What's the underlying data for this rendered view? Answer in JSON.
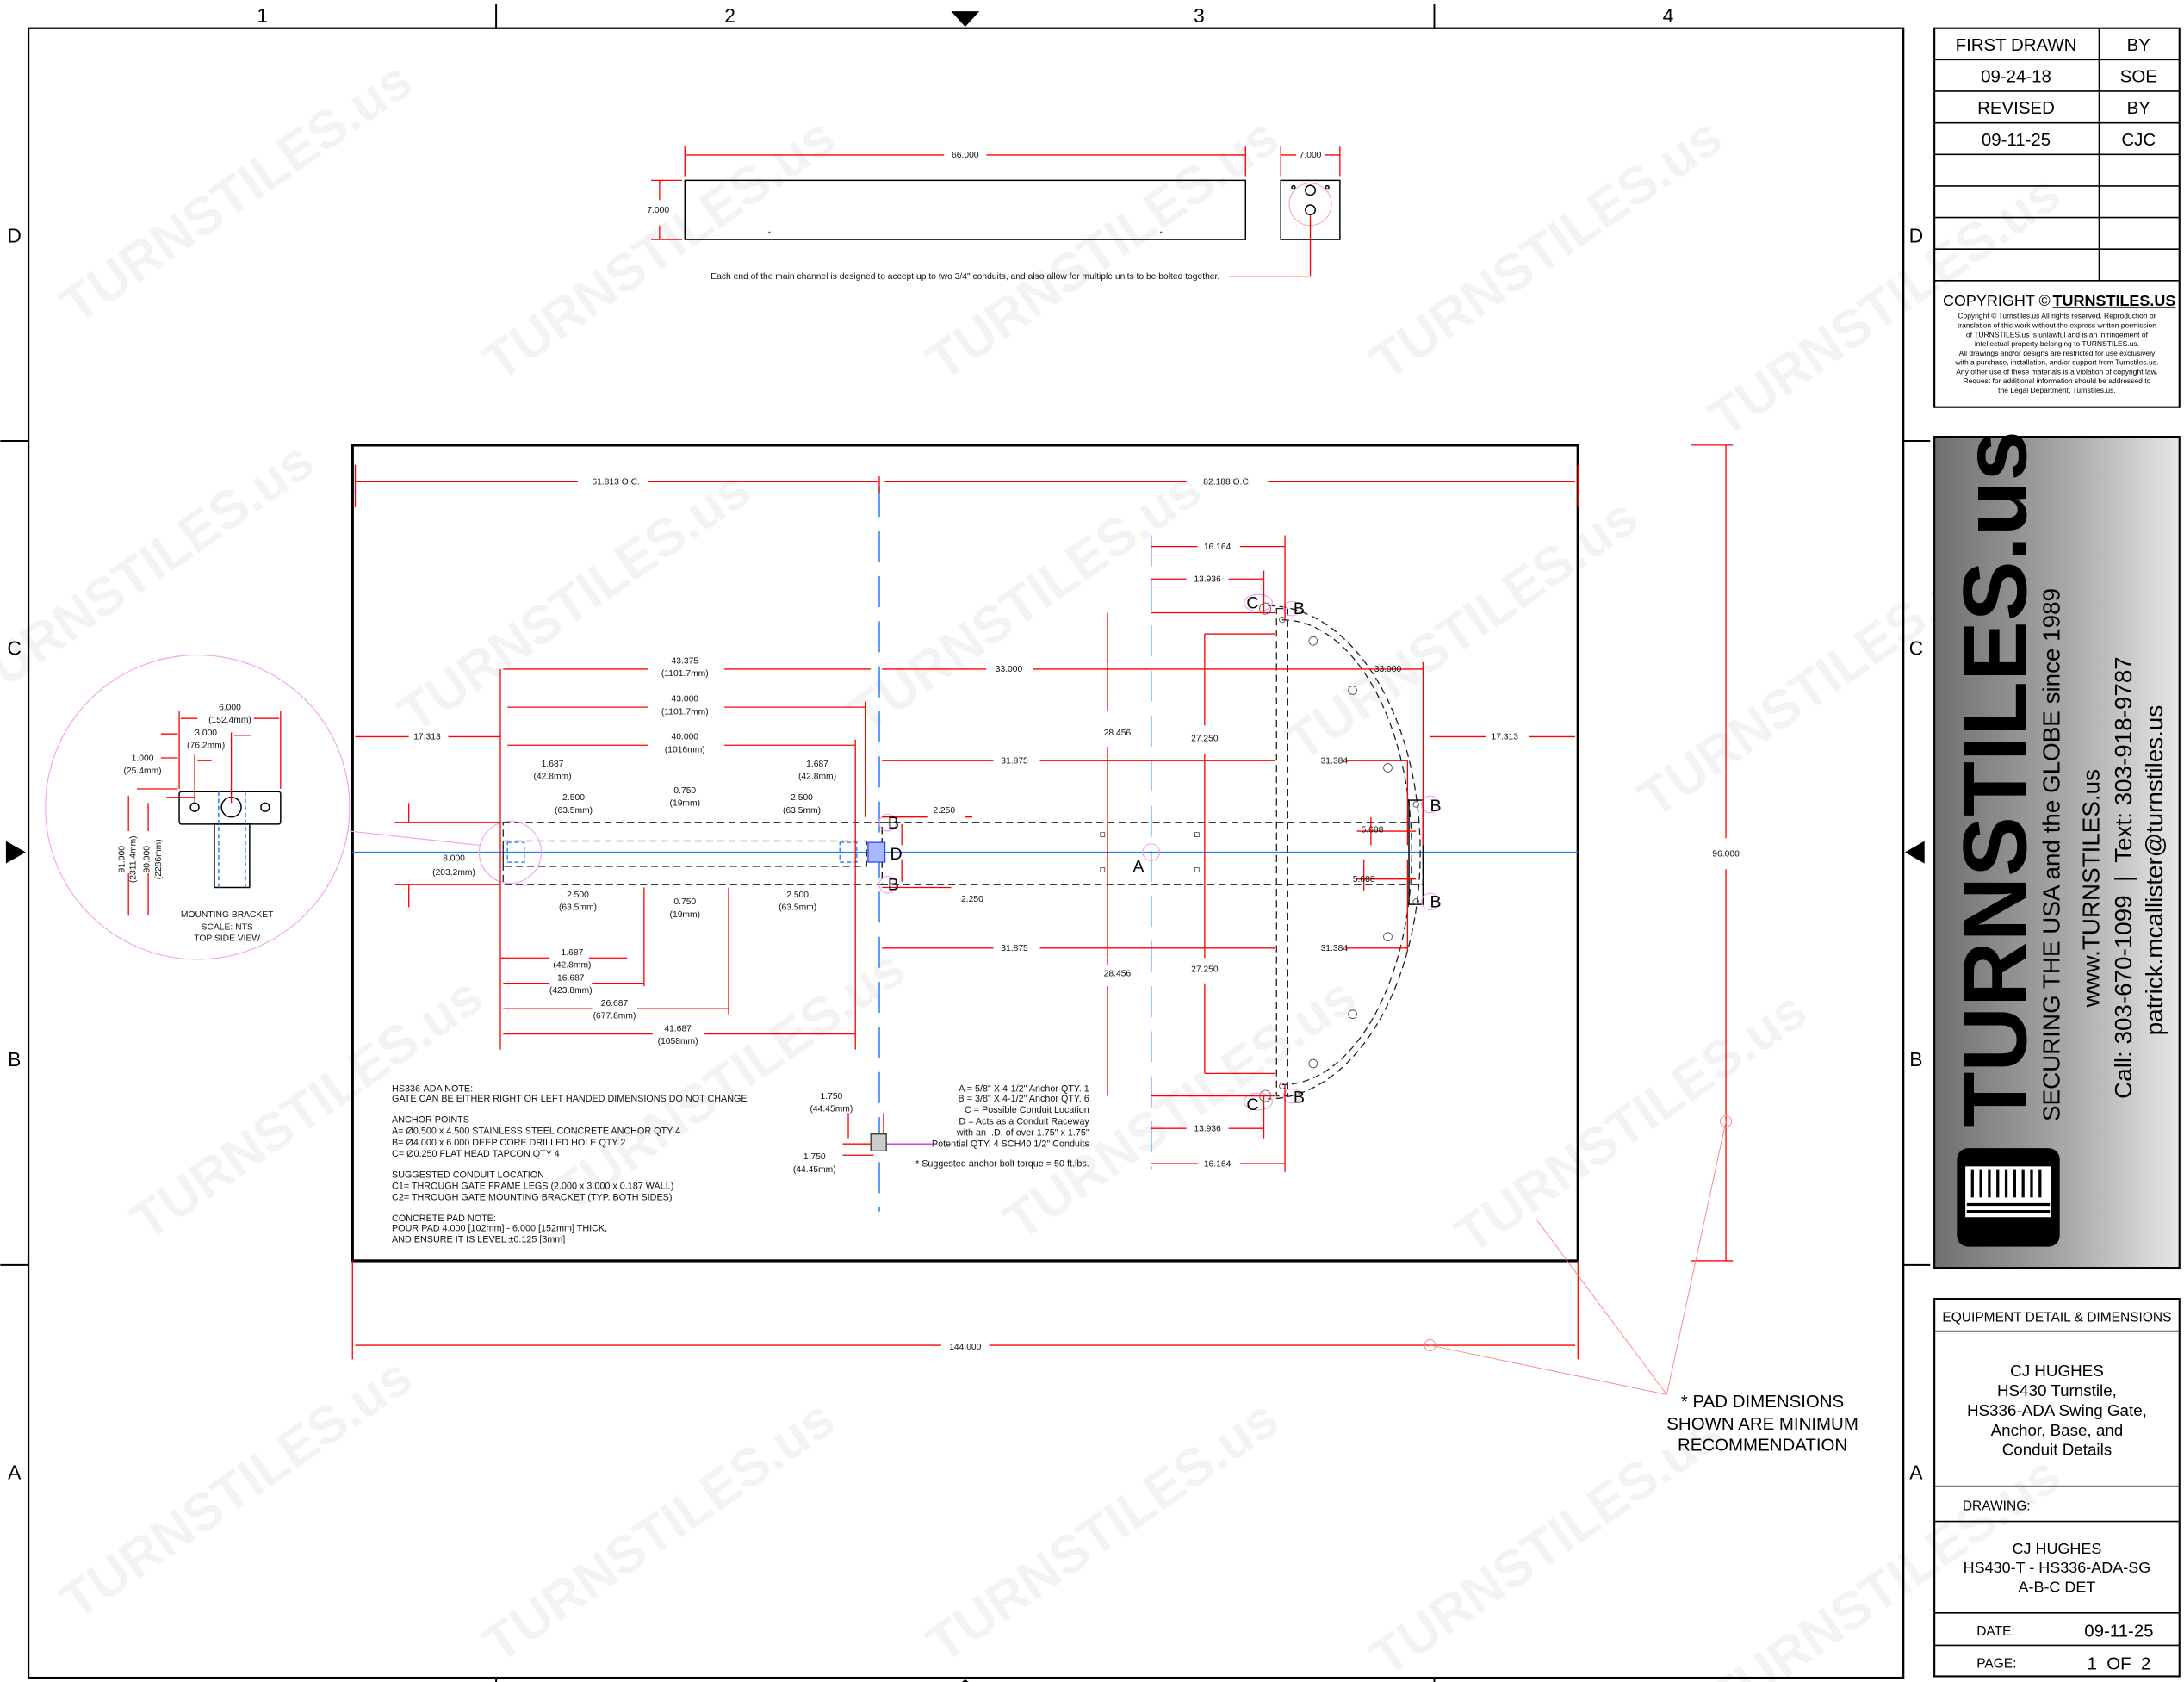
{
  "grid": {
    "columns": [
      "1",
      "2",
      "3",
      "4"
    ],
    "rows": [
      "D",
      "C",
      "B",
      "A"
    ]
  },
  "revision_table": {
    "rows": [
      [
        "FIRST DRAWN",
        "BY"
      ],
      [
        "09-24-18",
        "SOE"
      ],
      [
        "REVISED",
        "BY"
      ],
      [
        "09-11-25",
        "CJC"
      ]
    ]
  },
  "copyright": {
    "heading": "COPYRIGHT ©",
    "brand": "TURNSTILES.US",
    "lines": [
      "Copyright © Turnstiles.us All rights reserved. Reproduction or",
      "translation of this work without the express written permission",
      "of TURNSTILES.us is unlawful and is an infringement of",
      "intellectual property belonging to TURNSTILES.us.",
      "All drawings and/or designs are restricted for use exclusively",
      "with a purchase, installation, and/or support from Turnstiles.us.",
      "Any other use of these materials is a violation of copyright law.",
      "Request for additional information should be addressed to",
      "the Legal Department, Turnstiles.us."
    ]
  },
  "logo": {
    "name": "TURNSTILES.us",
    "tagline": "SECURING THE USA and the GLOBE since 1989",
    "website": "www.TURNSTILES.us",
    "phone": "Call: 303-670-1099  |  Text: 303-918-9787",
    "email": "patrick.mcallister@turnstiles.us"
  },
  "title_block": {
    "header": "EQUIPMENT  DETAIL & DIMENSIONS",
    "title_lines": [
      "CJ HUGHES",
      "HS430 Turnstile,",
      "HS336-ADA Swing Gate,",
      "Anchor, Base, and",
      "Conduit Details"
    ],
    "drawing_label": "DRAWING:",
    "drawing_lines": [
      "CJ HUGHES",
      "HS430-T - HS336-ADA-SG",
      "A-B-C DET"
    ],
    "date_label": "DATE:",
    "date": "09-11-25",
    "page_label": "PAGE:",
    "page": "1  OF  2"
  },
  "top_view": {
    "note": "Each end of the main channel is designed to accept up to two 3/4\" conduits, and also allow for multiple units to be bolted together."
  },
  "dims": [
    "66.000",
    "7.000",
    "7.000",
    "61.813 O.C.",
    "82.188 O.C.",
    "43.375",
    "(1101.7mm)",
    "43.000",
    "(1101.7mm)",
    "40.000",
    "(1016mm)",
    "1.687",
    "(42.8mm)",
    "1.687",
    "(42.8mm)",
    "2.500",
    "(63.5mm)",
    "0.750",
    "(19mm)",
    "2.500",
    "(63.5mm)",
    "2.500",
    "(63.5mm)",
    "0.750",
    "(19mm)",
    "2.500",
    "(63.5mm)",
    "1.687",
    "(42.8mm)",
    "16.687",
    "(423.8mm)",
    "26.687",
    "(677.8mm)",
    "41.687",
    "(1058mm)",
    "8.000",
    "(203.2mm)",
    "17.313",
    "33.000",
    "31.875",
    "31.875",
    "28.456",
    "28.456",
    "27.250",
    "27.250",
    "16.164",
    "13.936",
    "13.936",
    "16.164",
    "33.000",
    "31.384",
    "31.384",
    "5.688",
    "5.688",
    "17.313",
    "2.250",
    "2.250",
    "96.000",
    "144.000",
    "1.750",
    "(44.45mm)",
    "1.750",
    "(44.45mm)",
    "6.000",
    "(152.4mm)",
    "3.000",
    "(76.2mm)",
    "1.000",
    "(25.4mm)"
  ],
  "rotated_dims": [
    "91.000",
    "(2311.4mm)",
    "90.000",
    "(2286mm)"
  ],
  "labels": {
    "A": "A",
    "B": "B",
    "C": "C",
    "D": "D"
  },
  "bracket": {
    "caption": [
      "MOUNTING BRACKET",
      "SCALE: NTS",
      "TOP SIDE VIEW"
    ]
  },
  "notes": [
    "HS336-ADA NOTE:",
    "GATE CAN BE EITHER RIGHT OR LEFT HANDED DIMENSIONS DO NOT CHANGE",
    "ANCHOR POINTS",
    "A= Ø0.500 x 4.500 STAINLESS STEEL CONCRETE ANCHOR QTY 4",
    "B= Ø4.000 x 6.000 DEEP CORE DRILLED HOLE QTY 2",
    "C= Ø0.250 FLAT HEAD TAPCON QTY 4",
    "SUGGESTED CONDUIT LOCATION",
    "C1= THROUGH GATE FRAME LEGS (2.000 x 3.000 x 0.187 WALL)",
    "C2= THROUGH GATE MOUNTING BRACKET (TYP. BOTH SIDES)",
    "CONCRETE PAD NOTE:",
    "POUR PAD 4.000 [102mm] - 6.000 [152mm] THICK,",
    "AND ENSURE IT IS LEVEL ±0.125 [3mm]"
  ],
  "legend": [
    "A = 5/8\" X 4-1/2\" Anchor QTY. 1",
    "B = 3/8\" X 4-1/2\" Anchor QTY. 6",
    "C = Possible Conduit Location",
    "D = Acts as a Conduit Raceway",
    "with an I.D. of over 1.75\" x 1.75\"",
    "Potential QTY. 4 SCH40 1/2\" Conduits",
    "* Suggested anchor bolt torque =  50 ft.lbs."
  ],
  "pad_note": [
    "* PAD DIMENSIONS",
    "SHOWN ARE MINIMUM",
    "RECOMMENDATION"
  ],
  "watermark": "TURNSTILES.us",
  "colors": {
    "dimension": "#ff0000",
    "centerline": "#1e7bff",
    "callout": "#f2a0f0",
    "logo_panel": "#8a8a8a"
  }
}
